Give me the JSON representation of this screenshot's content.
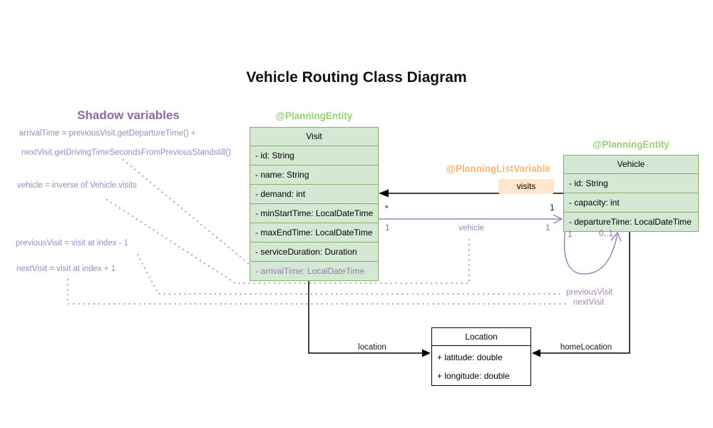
{
  "title": "Vehicle Routing Class Diagram",
  "shadow_note": {
    "heading": "Shadow variables",
    "lines": [
      "arrivalTime = previousVisit.getDepartureTime() +",
      "nextVisit.getDrivingTimeSecondsFromPreviousStandstill()",
      "vehicle = inverse of Vehicle.visits",
      "previousVisit = visit at index - 1",
      "nextVisit = visit at index + 1"
    ]
  },
  "classes": {
    "visit": {
      "stereotype": "@PlanningEntity",
      "name": "Visit",
      "fields": [
        "- id: String",
        "- name: String",
        "- demand: int",
        "- minStartTime: LocalDateTime",
        "- maxEndTime: LocalDateTime",
        "- serviceDuration: Duration"
      ],
      "shadow_field": "- arrivalTime: LocalDateTime"
    },
    "vehicle": {
      "stereotype": "@PlanningEntity",
      "list_variable_stereotype": "@PlanningListVariable",
      "name": "Vehicle",
      "fields": [
        "- id: String",
        "- capacity: int",
        "- departureTime: LocalDateTime"
      ]
    },
    "location": {
      "name": "Location",
      "fields": [
        "+ latitude: double",
        "+ longitude: double"
      ]
    }
  },
  "relations": {
    "visits": {
      "label": "visits",
      "visit_end_multiplicity": "*",
      "vehicle_end_multiplicity": "1"
    },
    "vehicle_ref": {
      "label": "vehicle",
      "left_multiplicity": "1",
      "right_multiplicity": "1"
    },
    "self_loop": {
      "left_multiplicity": "1",
      "right_multiplicity": "0..1",
      "previous_label": "previousVisit",
      "next_label": "nextVisit"
    },
    "location_ref": {
      "label": "location"
    },
    "home_location_ref": {
      "label": "homeLocation"
    }
  },
  "colors": {
    "entity_fill": "#d5e8d4",
    "entity_stroke": "#82b366",
    "entity_stereotype": "#97d077",
    "list_variable_fill": "#ffe6cc",
    "list_variable_text": "#ffb570",
    "shadow_purple": "#9673a6",
    "shadow_purple_light": "#a287c2",
    "black": "#000000"
  }
}
